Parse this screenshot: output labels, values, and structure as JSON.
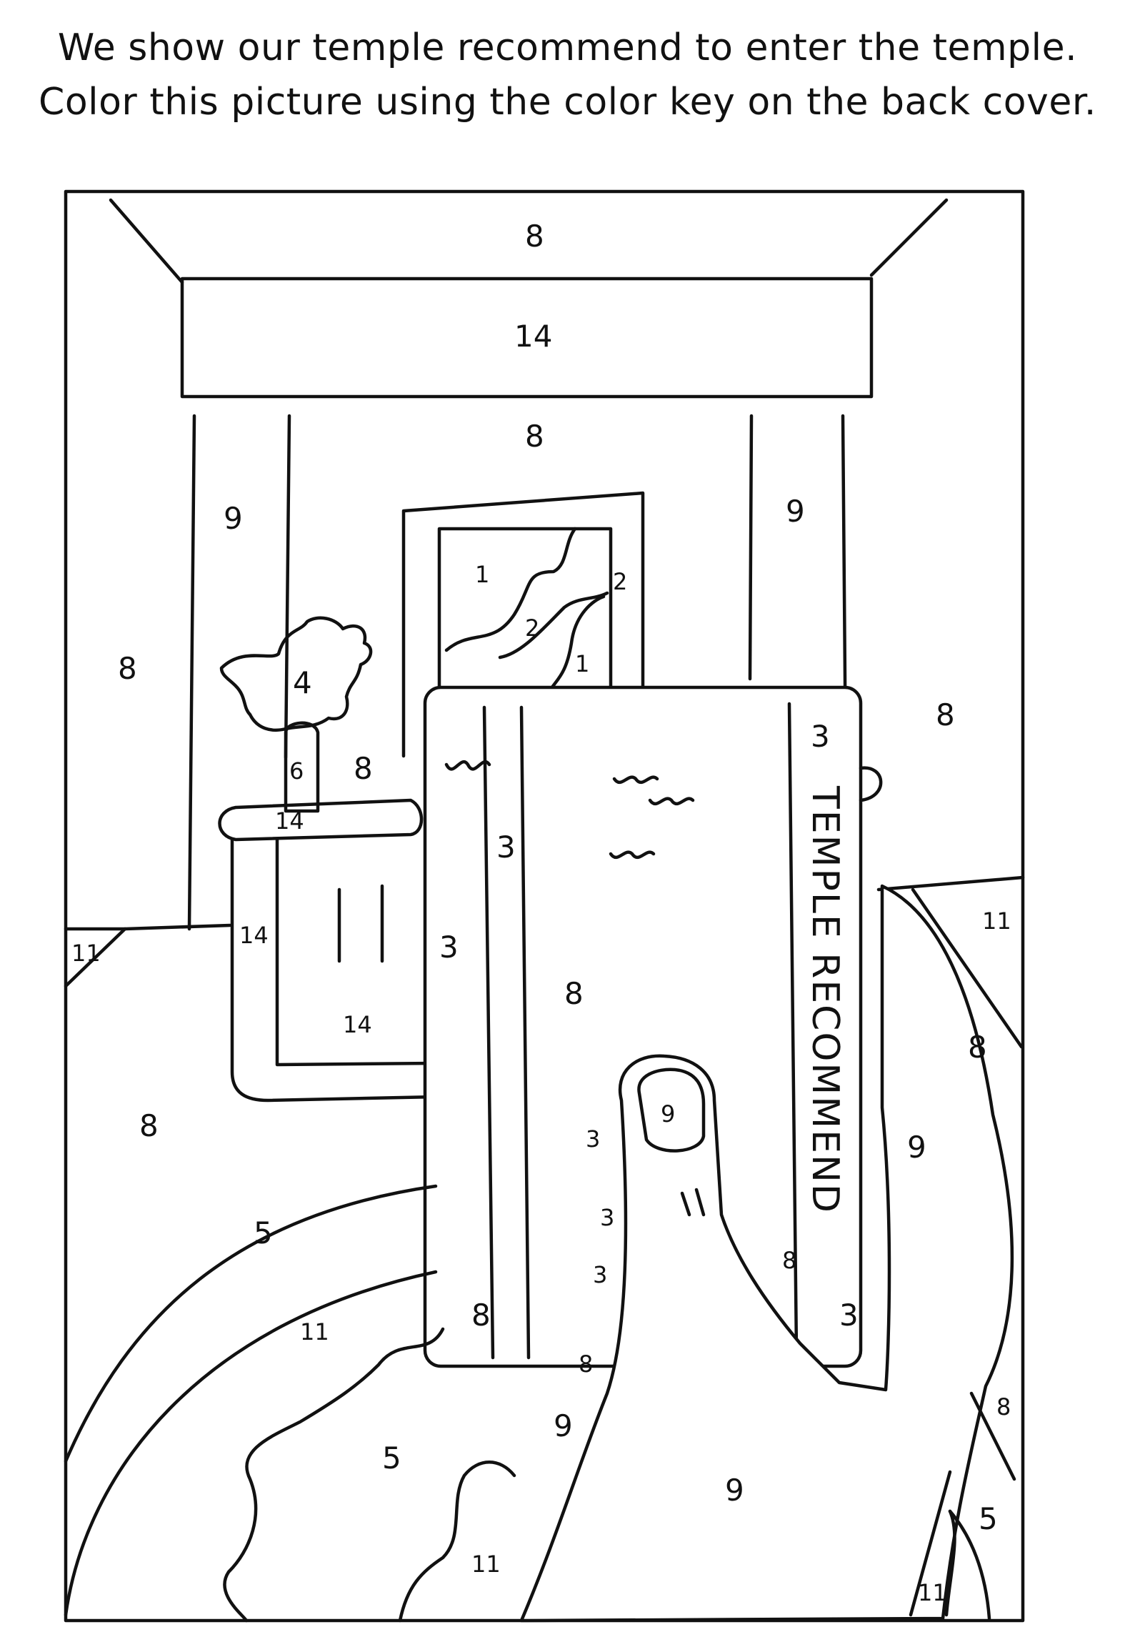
{
  "caption": {
    "line1": "We show our temple recommend to enter the temple.",
    "line2": "Color this picture using the color key on the back cover."
  },
  "card": {
    "title": "TEMPLE RECOMMEND"
  },
  "numbers": {
    "n8_top": "8",
    "n14_top": "14",
    "n8_lintel": "8",
    "n9_left_col": "9",
    "n9_right_col": "9",
    "n8_left_wall": "8",
    "n8_right_wall": "8",
    "n1_window": "1",
    "n2_window": "2",
    "n2_window_b": "2",
    "n1_window_b": "1",
    "n4_plant": "4",
    "n6_pot": "6",
    "n8_behind": "8",
    "n14_table_top": "14",
    "n14_table_side": "14",
    "n14_table_bottom": "14",
    "n11_desk_small": "11",
    "n11_floor_right": "11",
    "n3_card_stripe": "3",
    "n3_card_left": "3",
    "n3_card_top": "3",
    "n3_card_bottom": "3",
    "n8_card_mid": "8",
    "n8_card_bottom_left": "8",
    "n8_card_bottom": "8",
    "n8_card_thumb": "8",
    "n9_thumbnail": "9",
    "n3_fold_a": "3",
    "n3_fold_b": "3",
    "n3_fold_c": "3",
    "n8_left_floor": "8",
    "n8_hand_right": "8",
    "n9_hand_side": "9",
    "n5_left": "5",
    "n11_left": "11",
    "n5_bottom": "5",
    "n11_bottom": "11",
    "n9_wrist": "9",
    "n9_palm": "9",
    "n8_corner": "8",
    "n5_corner": "5",
    "n11_corner": "11"
  }
}
